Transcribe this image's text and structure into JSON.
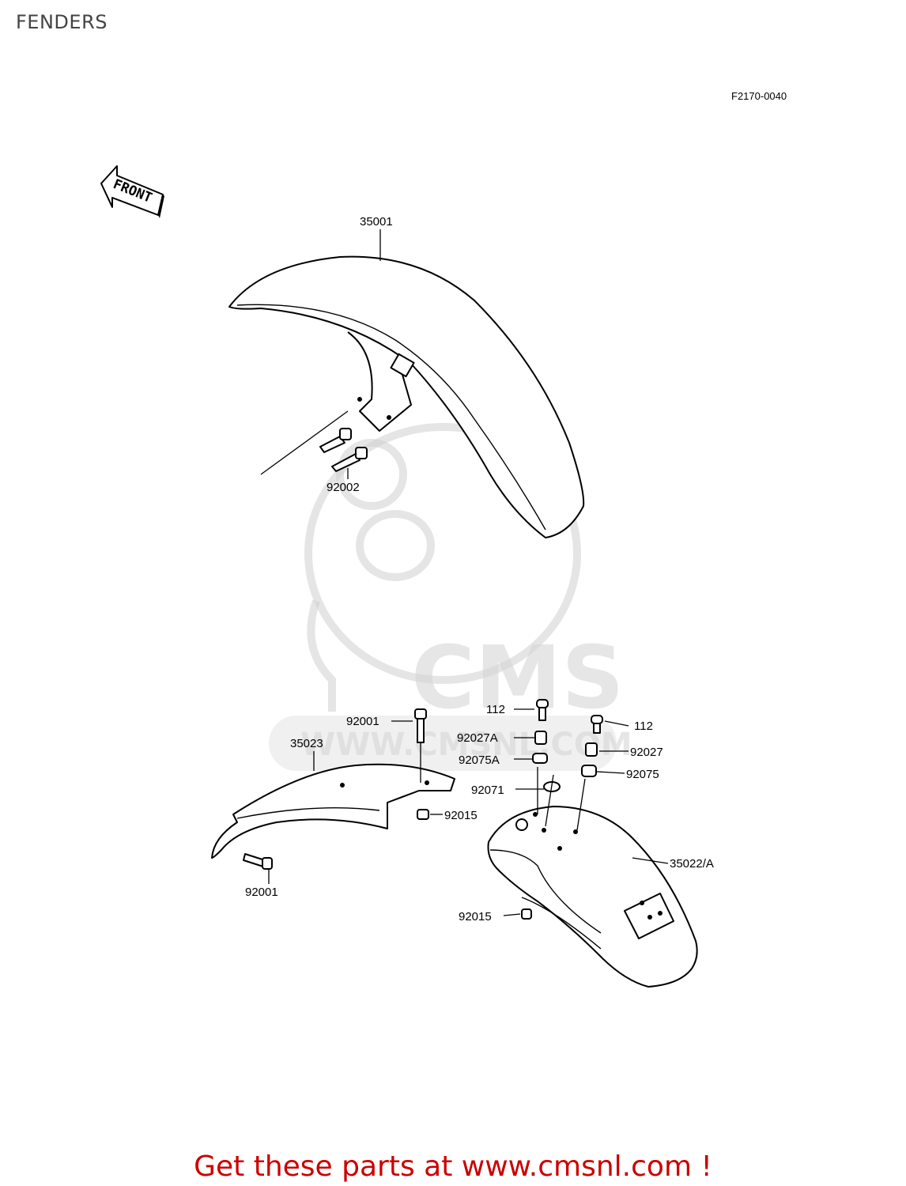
{
  "header": {
    "title": "FENDERS"
  },
  "diagram": {
    "code": "F2170-0040",
    "front_label": "FRONT",
    "parts": {
      "p35001": "35001",
      "p92002": "92002",
      "p112a": "112",
      "p112b": "112",
      "p92001a": "92001",
      "p92001b": "92001",
      "p92027A": "92027A",
      "p92027": "92027",
      "p35023": "35023",
      "p92075A": "92075A",
      "p92075": "92075",
      "p92071": "92071",
      "p92015a": "92015",
      "p92015b": "92015",
      "p35022A": "35022/A"
    }
  },
  "watermark": {
    "brand": "CMS",
    "site": "WWW.CMSNL.COM"
  },
  "footer": {
    "link_text": "Get these parts at www.cmsnl.com !"
  }
}
